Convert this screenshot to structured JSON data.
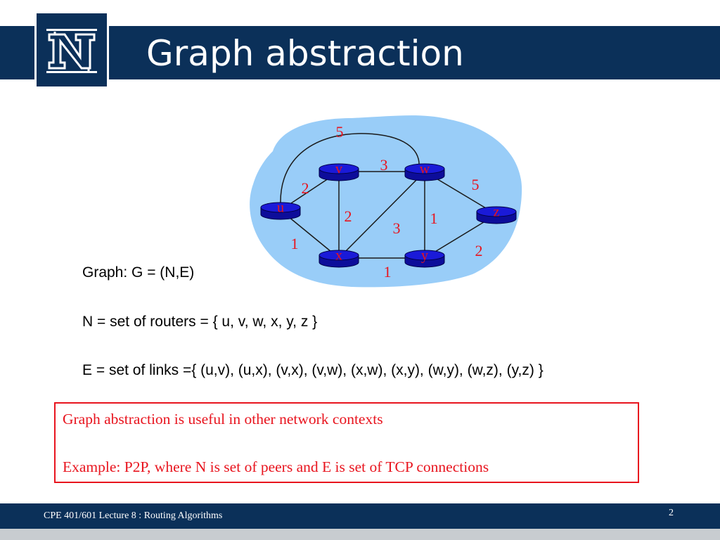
{
  "slide": {
    "title": "Graph abstraction",
    "footer": "CPE 401/601 Lecture 8 :  Routing Algorithms",
    "page_number": "2"
  },
  "logo": {
    "letter": "N"
  },
  "body": [
    "Graph: G = (N,E)",
    "N = set of routers = { u, v, w, x, y, z }",
    "E = set of links ={ (u,v), (u,x), (v,x), (v,w), (x,w), (x,y), (w,y), (w,z), (y,z) }"
  ],
  "callout": [
    "Graph abstraction is useful in other network contexts",
    "Example: P2P, where N is set of peers and E is set of TCP connections"
  ],
  "graph": {
    "nodes": [
      {
        "id": "u",
        "label": "u"
      },
      {
        "id": "v",
        "label": "v"
      },
      {
        "id": "w",
        "label": "w"
      },
      {
        "id": "x",
        "label": "x"
      },
      {
        "id": "y",
        "label": "y"
      },
      {
        "id": "z",
        "label": "z"
      }
    ],
    "edges": [
      {
        "from": "u",
        "to": "v",
        "weight": "2"
      },
      {
        "from": "u",
        "to": "x",
        "weight": "1"
      },
      {
        "from": "v",
        "to": "x",
        "weight": "2"
      },
      {
        "from": "v",
        "to": "w",
        "weight": "3"
      },
      {
        "from": "x",
        "to": "w",
        "weight": "3"
      },
      {
        "from": "x",
        "to": "y",
        "weight": "1"
      },
      {
        "from": "w",
        "to": "y",
        "weight": "1"
      },
      {
        "from": "w",
        "to": "z",
        "weight": "5"
      },
      {
        "from": "y",
        "to": "z",
        "weight": "2"
      },
      {
        "from": "u",
        "to": "w",
        "weight": "5"
      }
    ]
  },
  "colors": {
    "header": "#0b3059",
    "cloud": "#99cdf8",
    "router": "#1a1ad8",
    "weight": "#e8141e"
  }
}
